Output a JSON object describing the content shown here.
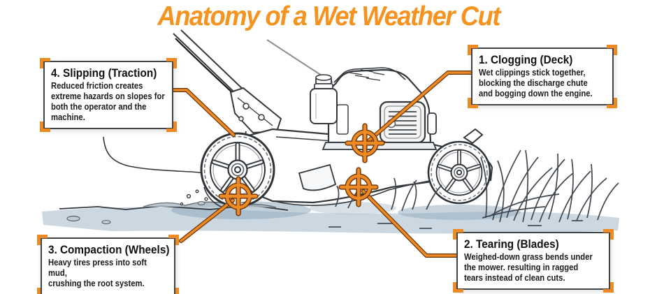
{
  "title": "Anatomy of a Wet Weather Cut",
  "callouts": {
    "clogging": {
      "heading": "1. Clogging (Deck)",
      "body": "Wet clippings stick together,\nblocking the discharge chute\nand bogging down the engine."
    },
    "tearing": {
      "heading": "2. Tearing (Blades)",
      "body": "Weighed-down grass bends under\nthe mower. resulting in ragged\ntears instead of clean cuts."
    },
    "compaction": {
      "heading": "3. Compaction (Wheels)",
      "body": "Heavy tires press into soft mud,\ncrushing the root system."
    },
    "slipping": {
      "heading": "4. Slipping (Traction)",
      "body": "Reduced friction creates\nextreme hazards on slopes for\nboth the operator and the\nmachine."
    }
  },
  "markers": {
    "deck": "crosshair-target-deck",
    "blades": "crosshair-target-blades",
    "wheels": "crosshair-target-wheels"
  },
  "colors": {
    "accent": "#F6921E",
    "crosshair": "#ED8A24",
    "outline": "#6b3305",
    "boxborder": "#3f4448",
    "ink": "#34383c"
  }
}
